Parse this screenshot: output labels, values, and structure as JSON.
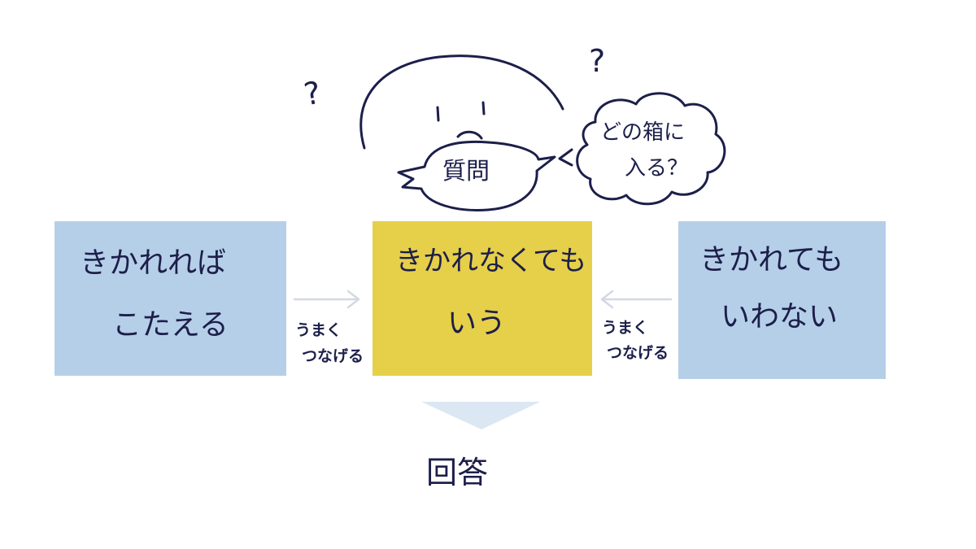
{
  "boxes": {
    "left": {
      "line1": "きかれれば",
      "line2": "こたえる"
    },
    "center": {
      "line1": "きかれなくても",
      "line2": "いう"
    },
    "right": {
      "line1": "きかれても",
      "line2": "いわない"
    }
  },
  "connectors": {
    "left": {
      "line1": "うまく",
      "line2": "つなげる"
    },
    "right": {
      "line1": "うまく",
      "line2": "つなげる"
    }
  },
  "speech_bubble": {
    "text": "質問"
  },
  "thought_bubble": {
    "line1": "どの箱に",
    "line2": "入る？"
  },
  "question_marks": {
    "left": "?",
    "right": "?"
  },
  "answer": {
    "text": "回答"
  },
  "colors": {
    "ink": "#1c1f4a",
    "blue_box": "#b6cfe9",
    "yellow_box": "#e6cf49",
    "arrow_light": "#d4d8e4",
    "down_arrow": "#dce7f4"
  }
}
